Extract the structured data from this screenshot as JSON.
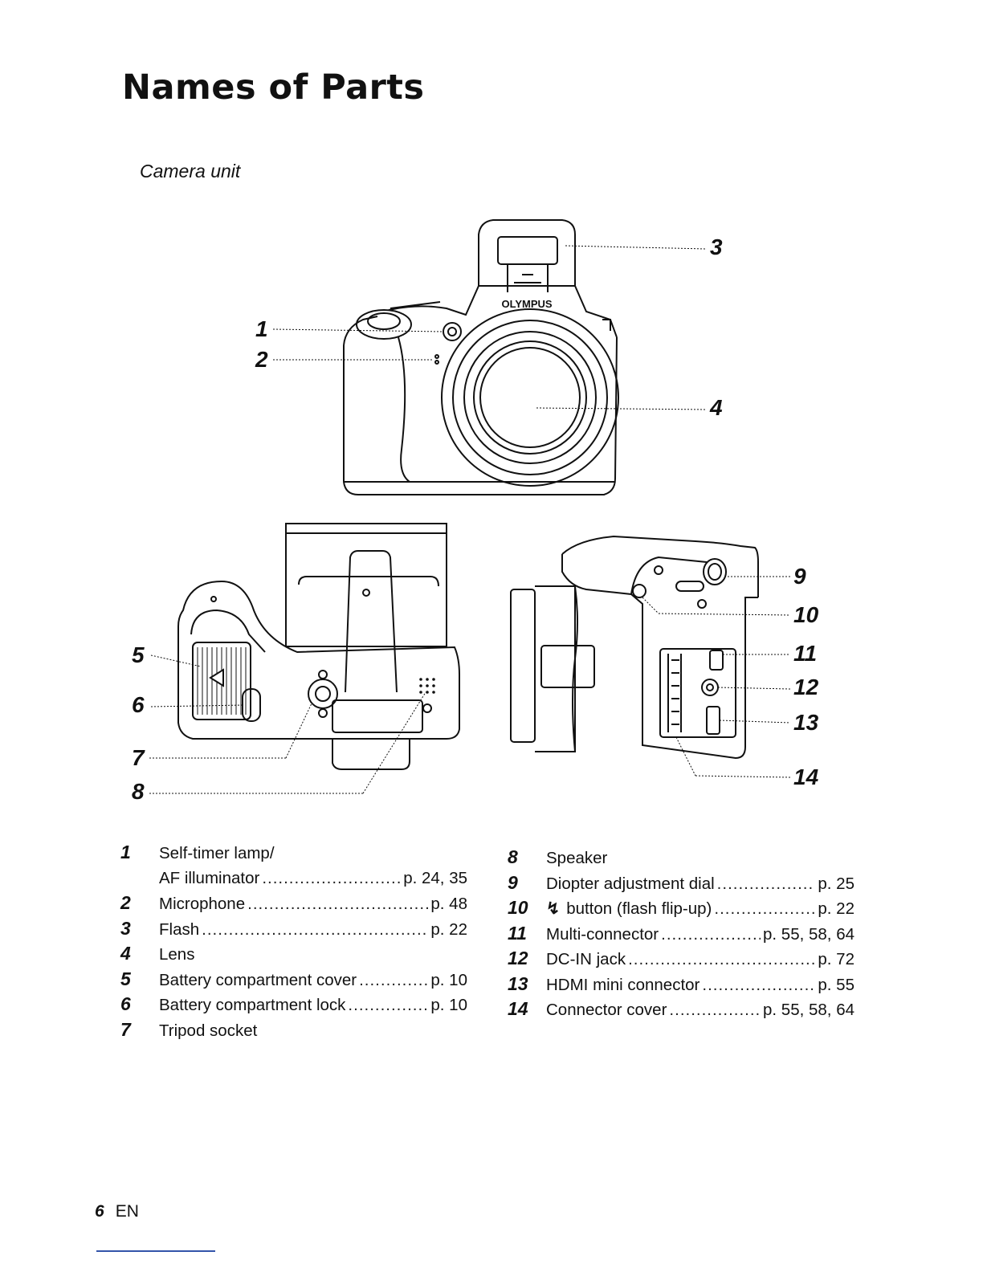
{
  "title": "Names of Parts",
  "subtitle": "Camera unit",
  "brand": "OLYMPUS",
  "callouts": [
    "1",
    "2",
    "3",
    "4",
    "5",
    "6",
    "7",
    "8",
    "9",
    "10",
    "11",
    "12",
    "13",
    "14"
  ],
  "parts_left": [
    {
      "n": "1",
      "label": "Self-timer lamp/",
      "page": ""
    },
    {
      "n": "",
      "label": "AF illuminator",
      "page": "p. 24, 35"
    },
    {
      "n": "2",
      "label": "Microphone",
      "page": "p. 48"
    },
    {
      "n": "3",
      "label": "Flash",
      "page": "p. 22"
    },
    {
      "n": "4",
      "label": "Lens",
      "page": ""
    },
    {
      "n": "5",
      "label": "Battery compartment cover",
      "page": "p. 10"
    },
    {
      "n": "6",
      "label": "Battery compartment lock",
      "page": "p. 10"
    },
    {
      "n": "7",
      "label": "Tripod socket",
      "page": ""
    }
  ],
  "parts_right": [
    {
      "n": "8",
      "label": "Speaker",
      "page": ""
    },
    {
      "n": "9",
      "label": "Diopter adjustment dial",
      "page": "p. 25"
    },
    {
      "n": "10",
      "label": "button (flash flip-up)",
      "page": "p. 22",
      "icon": "flash-icon"
    },
    {
      "n": "11",
      "label": "Multi-connector",
      "page": "p. 55, 58, 64"
    },
    {
      "n": "12",
      "label": "DC-IN jack",
      "page": "p. 72"
    },
    {
      "n": "13",
      "label": "HDMI mini connector",
      "page": "p. 55"
    },
    {
      "n": "14",
      "label": "Connector cover",
      "page": "p. 55, 58, 64"
    }
  ],
  "footer": {
    "page": "6",
    "lang": "EN"
  }
}
